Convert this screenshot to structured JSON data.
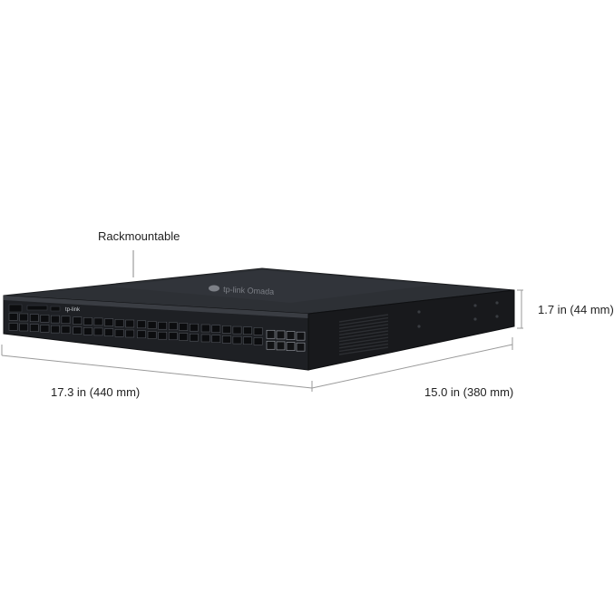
{
  "annotations": {
    "rackmountable": "Rackmountable",
    "width": "17.3 in (440 mm)",
    "depth": "15.0 in (380 mm)",
    "height": "1.7 in (44 mm)"
  },
  "product": {
    "brand_logo_text": "tp-link",
    "top_lid_text": "tp-link Omada"
  },
  "colors": {
    "chassis_top": "#2c2f34",
    "chassis_front": "#1d1f23",
    "chassis_side": "#17191c",
    "port": "#0c0d0f",
    "dimension_line": "#9a9a9a"
  }
}
